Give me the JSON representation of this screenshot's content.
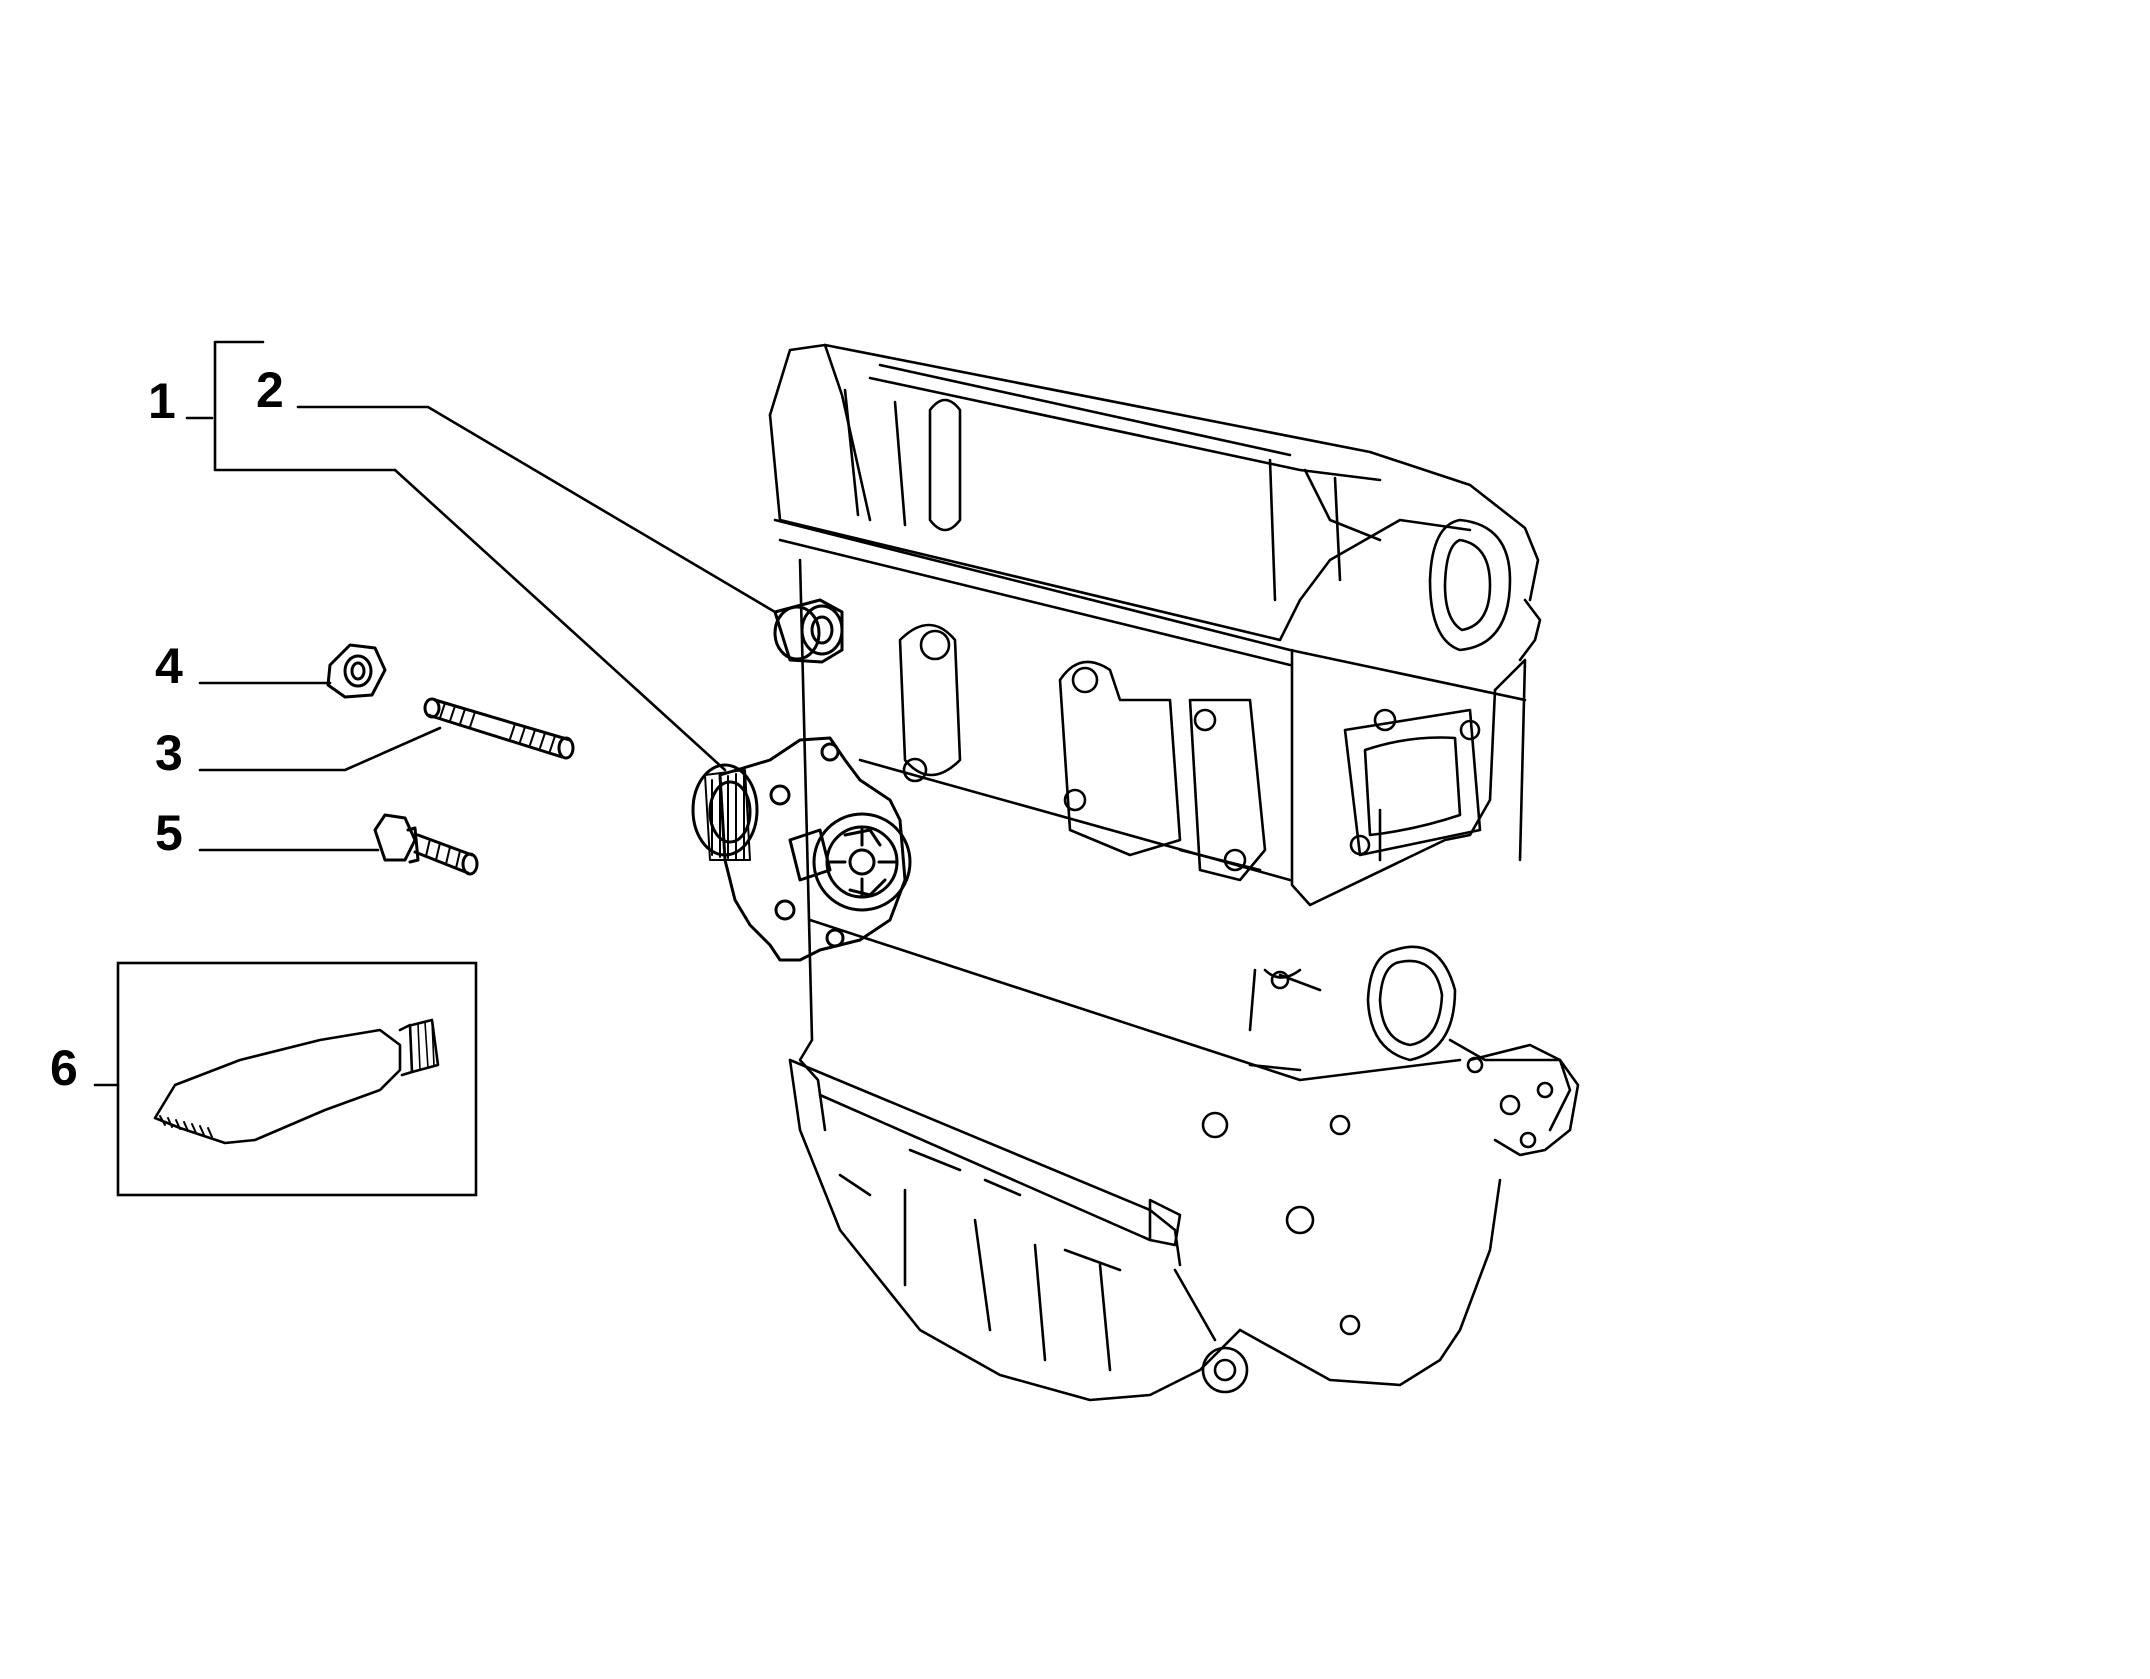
{
  "callouts": {
    "c1": "1",
    "c2": "2",
    "c3": "3",
    "c4": "4",
    "c5": "5",
    "c6": "6"
  },
  "colors": {
    "line": "#000000",
    "background": "#ffffff"
  },
  "icons": {
    "engine": "engine-block-icon",
    "pump": "water-pump-icon",
    "cap": "seal-cap-icon",
    "nut": "hex-nut-icon",
    "stud": "threaded-stud-icon",
    "bolt": "flange-bolt-icon",
    "tube": "sealant-tube-icon"
  }
}
